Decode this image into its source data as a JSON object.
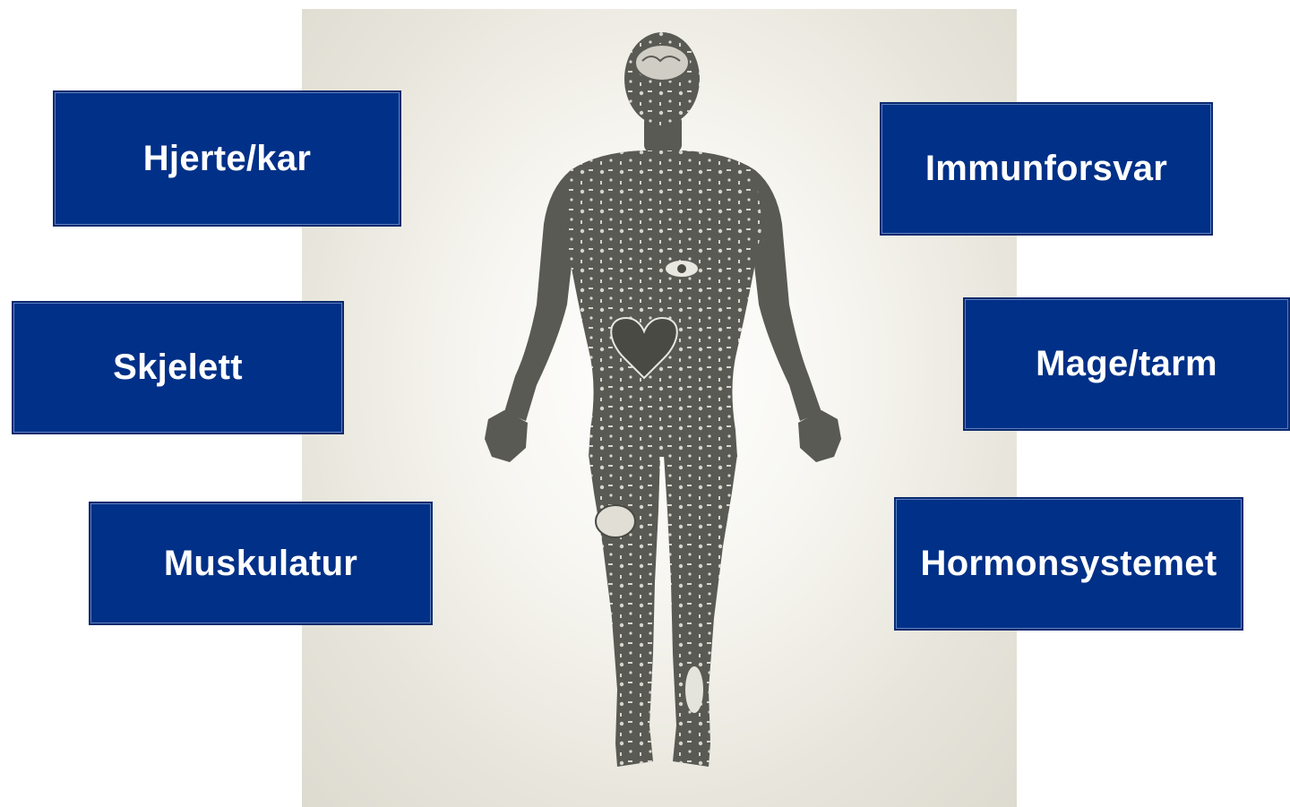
{
  "labels": {
    "hjerte_kar": "Hjerte/kar",
    "skjelett": "Skjelett",
    "muskulatur": "Muskulatur",
    "immunforsvar": "Immunforsvar",
    "mage_tarm": "Mage/tarm",
    "hormonsystemet": "Hormonsystemet"
  },
  "colors": {
    "box_fill": "#003087",
    "figure_fill": "#5a5a54",
    "panel_bg": "#ecebe3"
  },
  "icons": {
    "figure": "human-body-silhouette-icon",
    "motifs": [
      "heart-icon",
      "brain-icon",
      "eye-icon",
      "dna-icon",
      "ear-icon",
      "foot-icon",
      "tooth-icon",
      "hand-icon",
      "lips-icon"
    ]
  }
}
